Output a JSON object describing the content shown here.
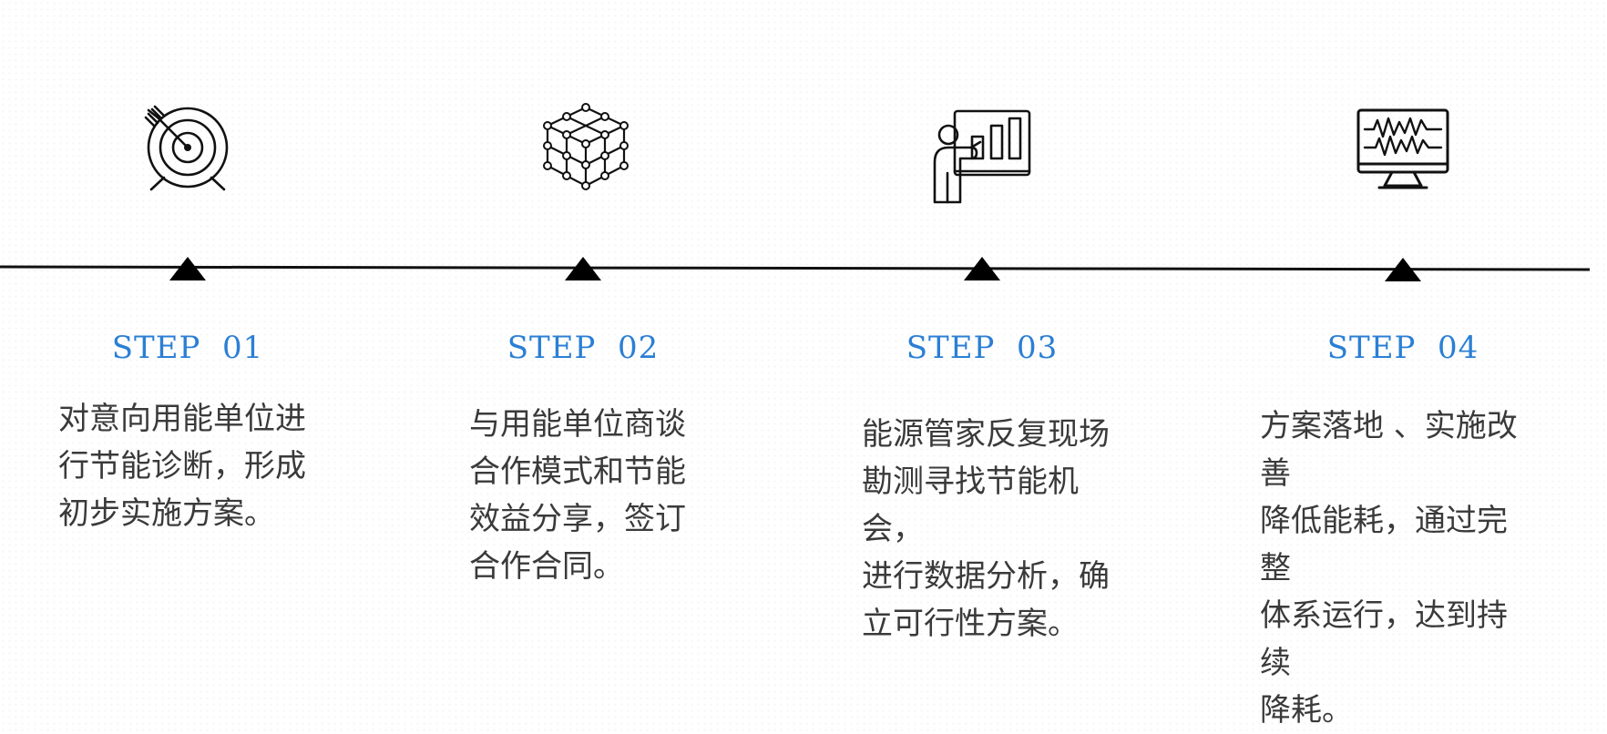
{
  "steps": [
    {
      "label": "STEP  01",
      "icon": "target-arrow-icon",
      "description": "对意向用能单位进\n行节能诊断，形成\n初步实施方案。"
    },
    {
      "label": "STEP  02",
      "icon": "network-cube-icon",
      "description": "与用能单位商谈\n合作模式和节能\n效益分享，签订\n合作合同。"
    },
    {
      "label": "STEP  03",
      "icon": "presenter-chart-icon",
      "description": "能源管家反复现场\n勘测寻找节能机会，\n进行数据分析，确\n立可行性方案。"
    },
    {
      "label": "STEP  04",
      "icon": "monitor-waveform-icon",
      "description": "方案落地 、实施改\n善\n降低能耗，通过完整\n体系运行，达到持续\n降耗。"
    }
  ],
  "colors": {
    "step_label": "#2b7fd4",
    "description": "#3a3a3a",
    "line": "#111111"
  }
}
